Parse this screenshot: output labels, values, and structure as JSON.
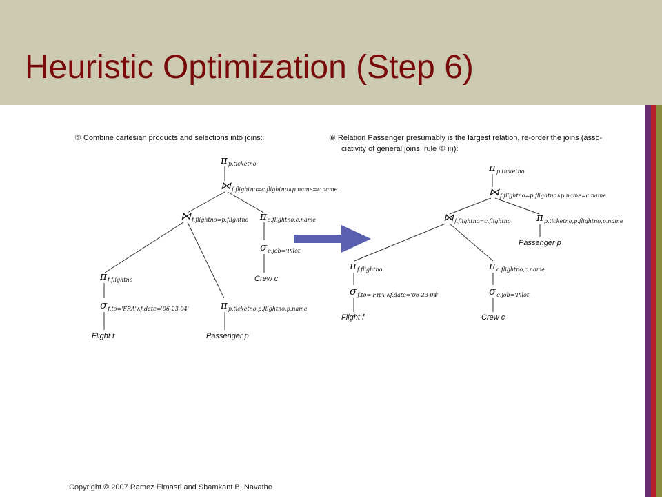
{
  "slide": {
    "title": "Heuristic Optimization  (Step 6)",
    "footer": "Copyright © 2007 Ramez Elmasri and Shamkant B. Navathe"
  },
  "colors": {
    "header_bg": "#cccab1",
    "title": "#7a0a0a",
    "arrow": "#5b5fb0",
    "stripe_purple": "#6a2c70",
    "stripe_red": "#b51e2a",
    "stripe_olive": "#8a8a3c"
  },
  "step5": {
    "caption": "⑤  Combine cartesian products and selections into joins:",
    "pi_top": "π",
    "pi_top_sub": "p.ticketno",
    "join1": "⋈",
    "join1_sub": "f.flightno=c.flightno∧p.name=c.name",
    "join2": "⋈",
    "join2_sub": "f.flightno=p.flightno",
    "pi_crew": "π",
    "pi_crew_sub": "c.flightno,c.name",
    "sigma_crew": "σ",
    "sigma_crew_sub": "c.job='Pilot'",
    "crew": "Crew  c",
    "pi_flight": "π",
    "pi_flight_sub": "f.flightno",
    "sigma_flight": "σ",
    "sigma_flight_sub": "f.to='FRA'∧f.date='06-23-04'",
    "flight": "Flight  f",
    "pi_pass": "π",
    "pi_pass_sub": "p.ticketno,p.flightno,p.name",
    "passenger": "Passenger  p"
  },
  "step6": {
    "caption_line1": "⑥  Relation Passenger presumably is the largest relation, re-order the joins (asso-",
    "caption_line2": "ciativity of general joins, rule ⑥ ii)):",
    "pi_top": "π",
    "pi_top_sub": "p.ticketno",
    "join1": "⋈",
    "join1_sub": "f.flightno=p.flightno∧p.name=c.name",
    "join2": "⋈",
    "join2_sub": "f.flightno=c.flightno",
    "pi_pass": "π",
    "pi_pass_sub": "p.ticketno,p.flightno,p.name",
    "passenger": "Passenger  p",
    "pi_flight": "π",
    "pi_flight_sub": "f.flightno",
    "sigma_flight": "σ",
    "sigma_flight_sub": "f.to='FRA'∧f.date='06-23-04'",
    "flight": "Flight  f",
    "pi_crew": "π",
    "pi_crew_sub": "c.flightno,c.name",
    "sigma_crew": "σ",
    "sigma_crew_sub": "c.job='Pilot'",
    "crew": "Crew  c"
  }
}
